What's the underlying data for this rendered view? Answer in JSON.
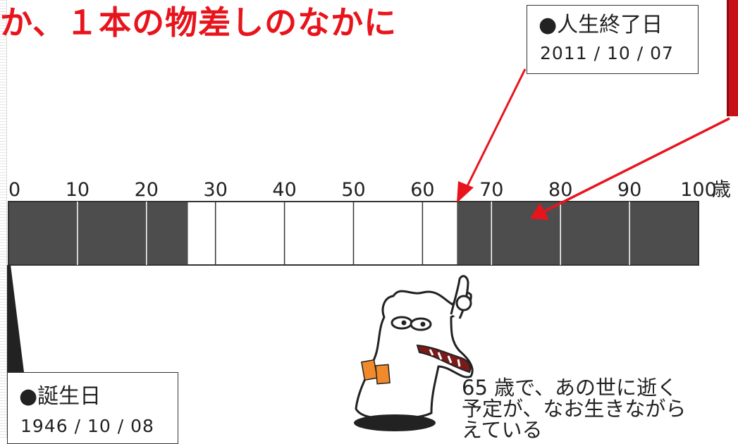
{
  "headline": "か、１本の物差しのなかに",
  "end_note": {
    "title": "●人生終了日",
    "date": "2011 / 10 / 07"
  },
  "birth_note": {
    "title": "●誕生日",
    "date": "1946 / 10 / 08"
  },
  "ruler": {
    "tick_labels": [
      "0",
      "10",
      "20",
      "30",
      "40",
      "50",
      "60",
      "70",
      "80",
      "90",
      "100"
    ],
    "unit_label": "歳",
    "max_age": 100,
    "shaded_ranges": [
      [
        0,
        26
      ],
      [
        65,
        100
      ]
    ]
  },
  "caption": [
    "65 歳で、あの世に逝く",
    "予定が、なお生きながら",
    "えている"
  ],
  "colors": {
    "accent_red": "#e8141c",
    "bar_dark": "#4d4d4d",
    "outline": "#333333"
  }
}
